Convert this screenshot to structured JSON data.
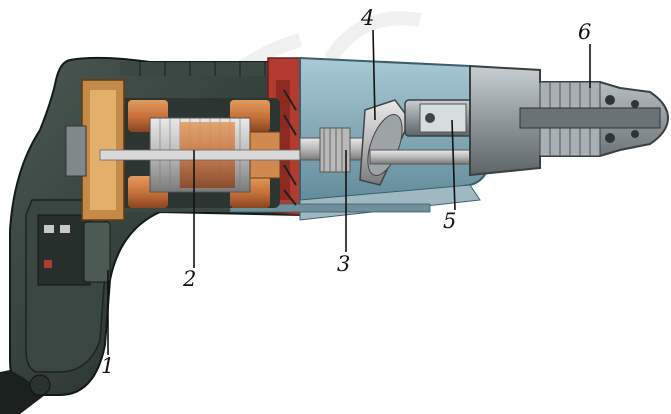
{
  "callouts": [
    {
      "id": "1",
      "label": "1"
    },
    {
      "id": "2",
      "label": "2"
    },
    {
      "id": "3",
      "label": "3"
    },
    {
      "id": "4",
      "label": "4"
    },
    {
      "id": "5",
      "label": "5"
    },
    {
      "id": "6",
      "label": "6"
    }
  ],
  "colors": {
    "housing": "#2f3b36",
    "gear_housing": "#7ea6b5",
    "motor_copper": "#c8733a",
    "motor_steel": "#b9b9b9",
    "red_insert": "#b33a2f",
    "chuck_grey": "#9aa0a2"
  }
}
